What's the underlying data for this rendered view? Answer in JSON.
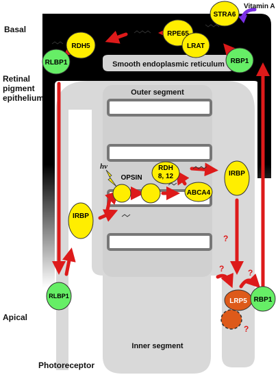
{
  "labels": {
    "vitamin_a": "Vitamin A",
    "basal": "Basal",
    "rpe": [
      "Retinal",
      "pigment",
      "epithelium"
    ],
    "smooth_er": "Smooth endoplasmic reticulum",
    "outer_segment": "Outer segment",
    "inner_segment": "Inner segment",
    "apical": "Apical",
    "photoreceptor": "Photoreceptor",
    "hv": "hv",
    "question": "?"
  },
  "proteins": {
    "stra6": "STRA6",
    "rpe65": "RPE65",
    "rdh5": "RDH5",
    "lrat": "LRAT",
    "rbp1_top": "RBP1",
    "rlbp1_top": "RLBP1",
    "rlbp1_bottom": "RLBP1",
    "irbp_left": "IRBP",
    "irbp_right": "IRBP",
    "opsin": "OPSIN",
    "rdh": [
      "RDH",
      "8, 12"
    ],
    "abca4": "ABCA4",
    "lrp5": "LRP5",
    "rbp1_bottom": "RBP1"
  },
  "colors": {
    "yellow": "#ffee00",
    "green": "#66ee66",
    "red_arrow": "#dd1a1a",
    "lrp5": "#dd5a1a",
    "purple": "#7a2ee6",
    "cell_gray": "#d9d9d9",
    "disc_gray": "#777777"
  }
}
